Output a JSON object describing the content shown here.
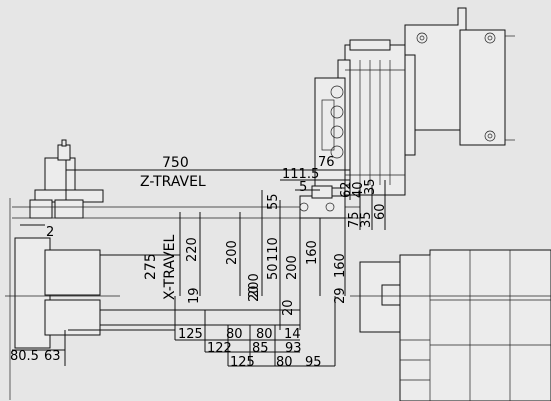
{
  "labels": {
    "z_travel_value": "750",
    "z_travel": "Z-TRAVEL",
    "x_travel": "X-TRAVEL",
    "x_travel_value": "275",
    "d_111_5": "111.5",
    "d_76": "76",
    "d_5": "5",
    "d_55": "55",
    "d_62": "62",
    "d_40": "40",
    "d_35": "35",
    "d_75": "75",
    "d_35b": "35",
    "d_60": "60",
    "d_2": "2",
    "d_220": "220",
    "d_200a": "200",
    "d_200b": "200",
    "d_110": "110",
    "d_50": "50",
    "d_200c": "200",
    "d_160a": "160",
    "d_160b": "160",
    "d_19": "19",
    "d_20a": "20",
    "d_20b": "20",
    "d_29": "29",
    "d_125a": "125",
    "d_80a": "80",
    "d_80b": "80",
    "d_14": "14",
    "d_122": "122",
    "d_85": "85",
    "d_93": "93",
    "d_125b": "125",
    "d_80c": "80",
    "d_95": "95",
    "d_80_5": "80.5",
    "d_63": "63"
  }
}
